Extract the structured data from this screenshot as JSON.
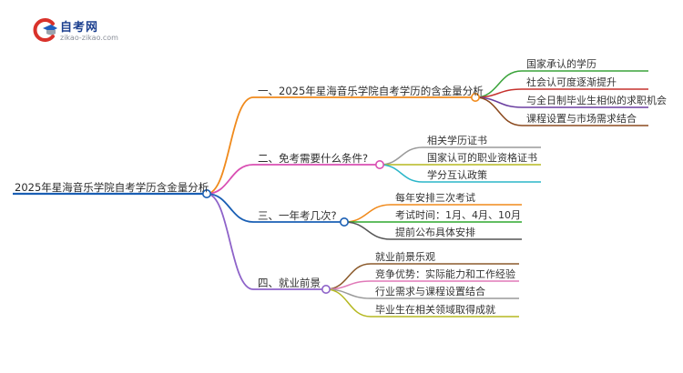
{
  "logo": {
    "name": "自考网",
    "url": "zikao-zikao.com",
    "icon": "graduation-cap-c-icon",
    "colors": {
      "red": "#d9322b",
      "blue": "#1f5fbf",
      "gray": "#9aa3ad"
    }
  },
  "mindmap": {
    "root": "2025年星海音乐学院自考学历含金量分析",
    "root_color": "#1a5fb4",
    "branches": [
      {
        "label": "一、2025年星海音乐学院自考学历的含金量分析",
        "color": "#f08a1c",
        "leaves": [
          {
            "label": "国家承认的学历",
            "color": "#3aa33a"
          },
          {
            "label": "社会认可度逐渐提升",
            "color": "#c6322e"
          },
          {
            "label": "与全日制毕业生相似的求职机会",
            "color": "#6b3fa0"
          },
          {
            "label": "课程设置与市场需求结合",
            "color": "#8b4a1e"
          }
        ]
      },
      {
        "label": "二、免考需要什么条件?",
        "color": "#d94fb3",
        "leaves": [
          {
            "label": "相关学历证书",
            "color": "#9a9a9a"
          },
          {
            "label": "国家认可的职业资格证书",
            "color": "#b5b820"
          },
          {
            "label": "学分互认政策",
            "color": "#2bb6c9"
          }
        ]
      },
      {
        "label": "三、一年考几次?",
        "color": "#1a5fb4",
        "leaves": [
          {
            "label": "每年安排三次考试",
            "color": "#f08a1c"
          },
          {
            "label": "考试时间：1月、4月、10月",
            "color": "#2fa82f"
          },
          {
            "label": "提前公布具体安排",
            "color": "#555555"
          }
        ]
      },
      {
        "label": "四、就业前景",
        "color": "#8e63c9",
        "leaves": [
          {
            "label": "就业前景乐观",
            "color": "#8b5a2b"
          },
          {
            "label": "竞争优势：实际能力和工作经验",
            "color": "#e07ab8"
          },
          {
            "label": "行业需求与课程设置结合",
            "color": "#9a9a9a"
          },
          {
            "label": "毕业生在相关领域取得成就",
            "color": "#b5b820"
          }
        ]
      }
    ]
  }
}
